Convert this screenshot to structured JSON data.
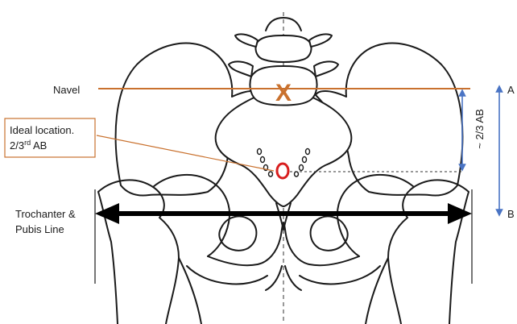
{
  "labels": {
    "navel": "Navel",
    "ideal_line1": "Ideal location.",
    "ideal_line2_prefix": "2/3",
    "ideal_line2_sup": "rd",
    "ideal_line2_suffix": " AB",
    "trochanter_line1": "Trochanter &",
    "trochanter_line2": "Pubis Line",
    "point_a": "A",
    "point_b": "B",
    "ratio": "~ 2/3 AB",
    "x_mark": "X"
  },
  "colors": {
    "navel_line": "#c9712e",
    "x_mark": "#c9712e",
    "ab_arrow": "#4a74c4",
    "target_circle": "#d81e1e",
    "bone_outline": "#1a1a1a",
    "callout_border": "#c9712e",
    "main_arrow": "#000000"
  },
  "icons": {
    "target": "red-circle-icon",
    "navel_marker": "x-mark-icon"
  }
}
